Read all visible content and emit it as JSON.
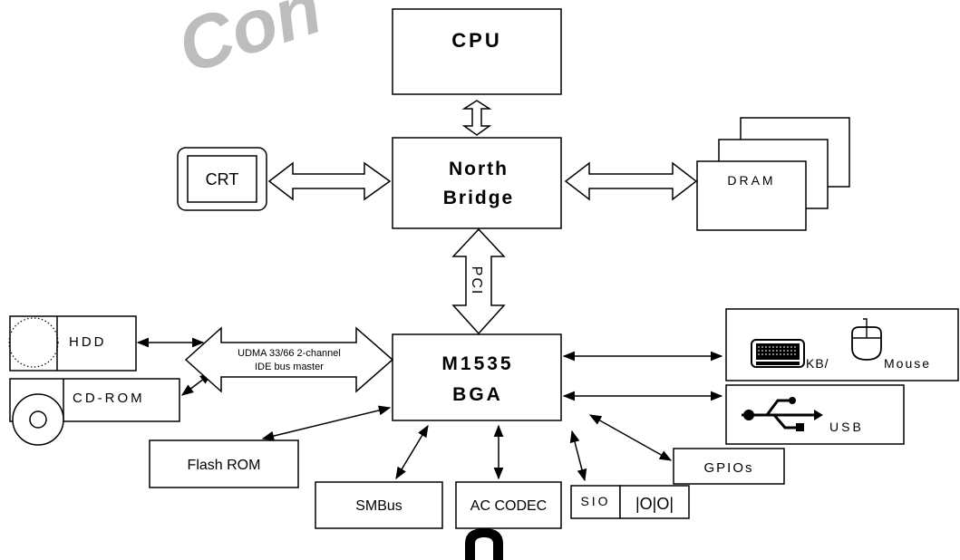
{
  "watermark": "Con",
  "nodes": {
    "cpu": "CPU",
    "north_bridge_line1": "North",
    "north_bridge_line2": "Bridge",
    "crt": "CRT",
    "dram": "DRAM",
    "pci": "PCI",
    "hdd": "HDD",
    "cdrom": "CD-ROM",
    "ide_line1": "UDMA 33/66 2-channel",
    "ide_line2": "IDE bus master",
    "southbridge_line1": "M1535",
    "southbridge_line2": "BGA",
    "kb": "KB/",
    "mouse": "Mouse",
    "usb": "USB",
    "flash_rom": "Flash ROM",
    "smbus": "SMBus",
    "ac_codec": "AC CODEC",
    "sio": "SIO",
    "sio_port": "|O|O|",
    "gpios": "GPIOs"
  },
  "colors": {
    "line": "#000000",
    "watermark": "#bdbdbd"
  },
  "icons": [
    "keyboard-icon",
    "mouse-icon",
    "usb-icon",
    "headphone-icon",
    "disk-icon",
    "cd-icon"
  ]
}
